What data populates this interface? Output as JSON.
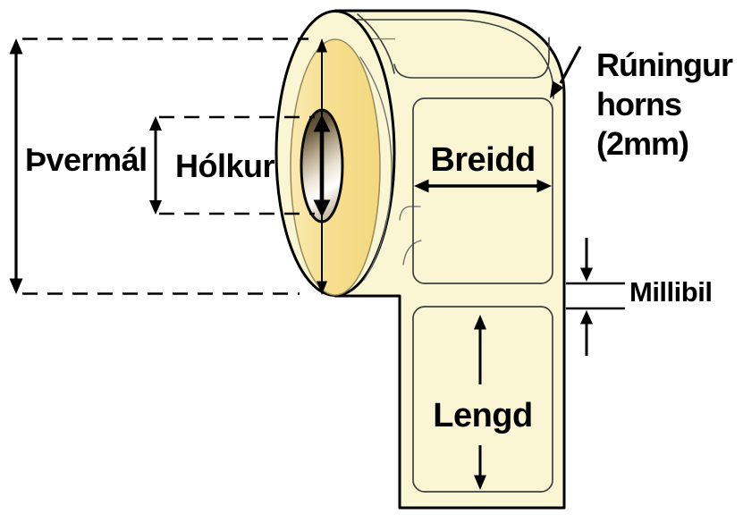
{
  "figure": {
    "type": "label-roll-dimension-diagram",
    "annotations": {
      "diameter_label": "Þvermál",
      "core_label": "Hólkur",
      "width_label": "Breidd",
      "length_label": "Lengd",
      "gap_label": "Millibil",
      "corner_note_line1": "Rúningur",
      "corner_note_line2": "horns",
      "corner_note_line3": "(2mm)"
    },
    "colors": {
      "background": "#FFFFFF",
      "paper_cream": "#FAF6D4",
      "media_yellow_light": "#FAEAB2",
      "media_yellow": "#F6DF90",
      "media_yellow_deep": "#F2D87F",
      "core_dark": "#41341F",
      "core_mid": "#B4A68A",
      "core_light": "#FFFFFF",
      "core_bottom": "#CCC0AB",
      "outline": "#000000",
      "thin_line": "#3B3B3B",
      "text": "#000000"
    }
  }
}
